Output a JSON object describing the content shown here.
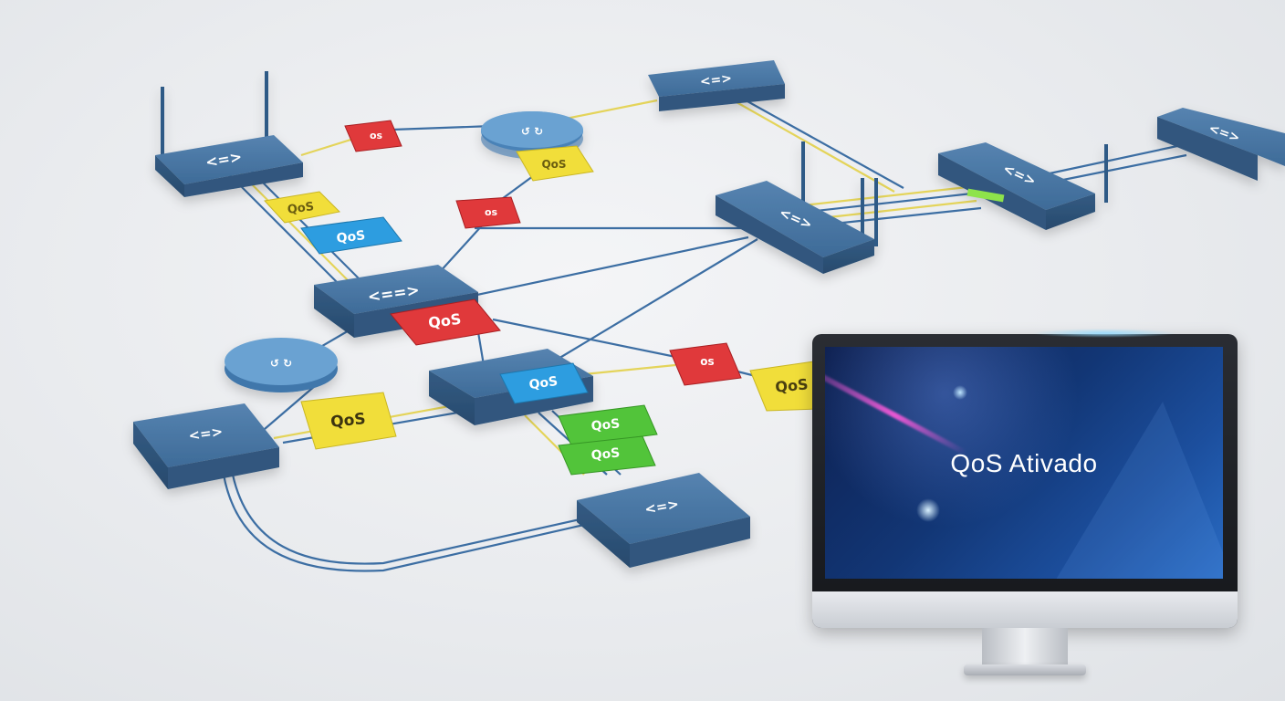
{
  "screen": {
    "text": "QoS Ativado"
  },
  "tags": {
    "qos": "QoS",
    "os": "os"
  },
  "colors": {
    "device": "#3f6f9e",
    "qos_yellow": "#f1de3a",
    "qos_blue": "#2d9de0",
    "qos_red": "#e0393b",
    "qos_green": "#52c43a",
    "cable_blue": "#3c6ea3",
    "cable_yellow": "#e4d45a"
  },
  "icons": [
    "router-icon",
    "switch-icon",
    "hub-icon",
    "monitor-icon"
  ]
}
